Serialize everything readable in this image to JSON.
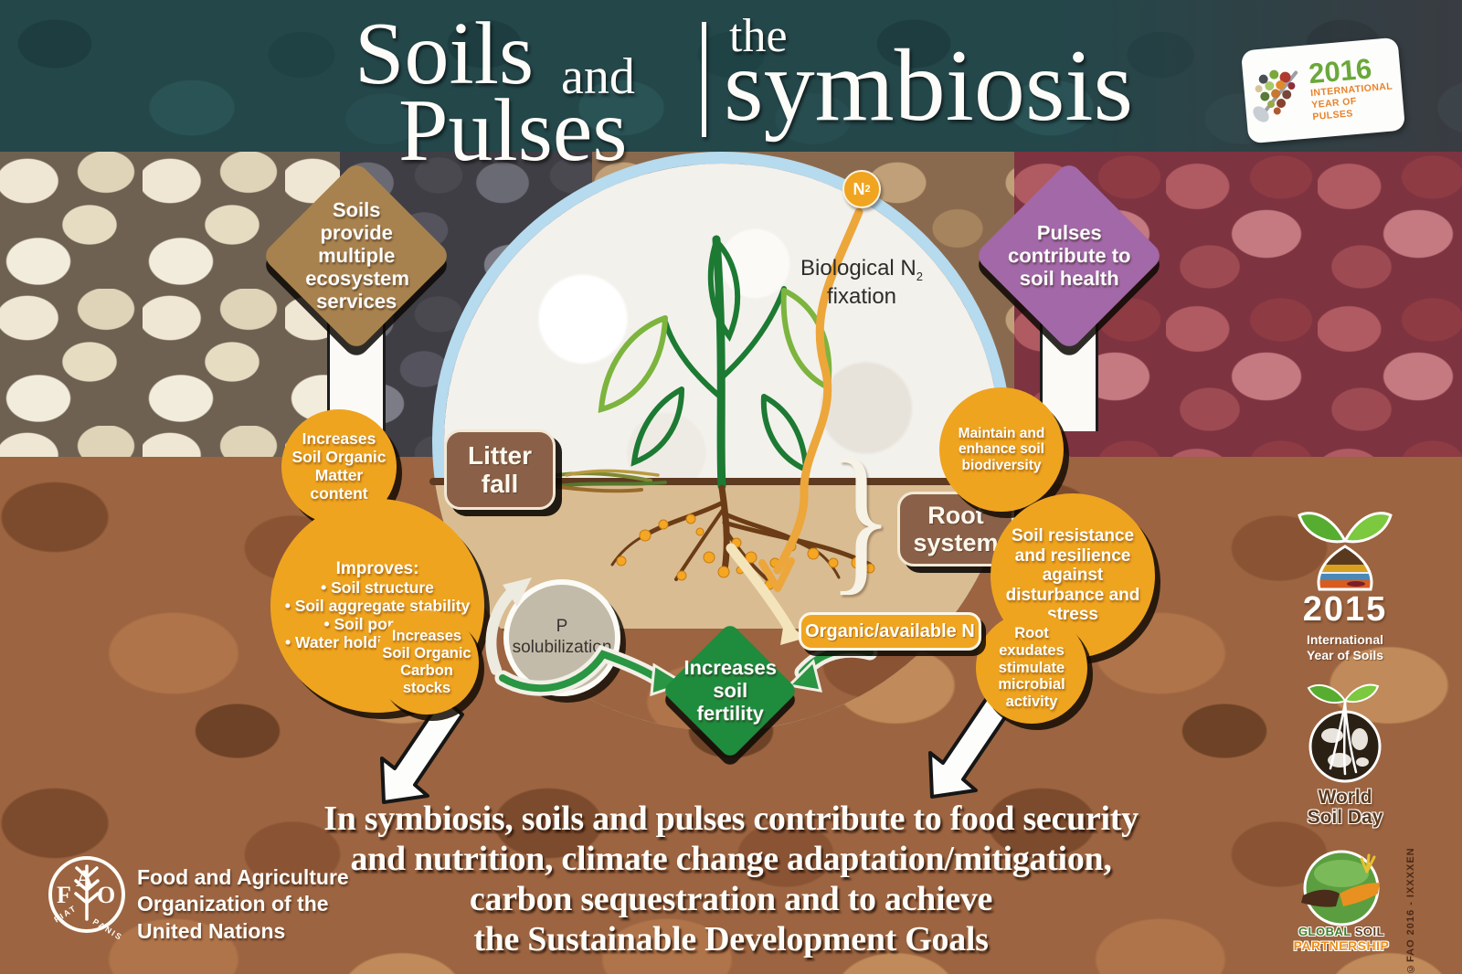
{
  "title": {
    "soils": "Soils",
    "and": "and",
    "pulses": "Pulses",
    "the": "the",
    "symbiosis": "symbiosis"
  },
  "header_badge": {
    "year": "2016",
    "line1": "INTERNATIONAL",
    "line2": "YEAR OF PULSES"
  },
  "flow": {
    "left_diamond": "Soils provide multiple ecosystem services",
    "right_diamond": "Pulses contribute to soil health",
    "n_symbol": "N",
    "n_sub": "2",
    "fixation_line1": "Biological N",
    "fixation_sub": "2",
    "fixation_line2": "fixation",
    "litter_fall": "Litter fall",
    "root_system": "Root system",
    "brace": "}",
    "p_circle": "P solubilization",
    "organic_n": "Organic/available N",
    "fertility_diamond": "Increases soil fertility"
  },
  "left_bubbles": {
    "som": "Increases Soil Organic Matter content",
    "improves_title": "Improves:",
    "improves_items": [
      "• Soil structure",
      "• Soil aggregate stability",
      "• Soil porosity",
      "• Water holding capacity"
    ],
    "soc": "Increases Soil Organic Carbon stocks"
  },
  "right_bubbles": {
    "biodiversity": "Maintain and enhance soil biodiversity",
    "resistance": "Soil resistance and resilience against disturbance and stress",
    "exudates": "Root exudates stimulate microbial activity"
  },
  "footer": {
    "line1": "In symbiosis, soils and pulses contribute to food security",
    "line2": "and nutrition, climate change adaptation/mitigation,",
    "line3": "carbon sequestration and to achieve",
    "line4": "the Sustainable Development Goals"
  },
  "fao": {
    "f": "F",
    "a": "A",
    "o": "O",
    "motto_left": "FIAT",
    "motto_right": "PANIS",
    "line1": "Food and Agriculture",
    "line2": "Organization of the",
    "line3": "United Nations"
  },
  "side_logos": {
    "iys": {
      "year": "2015",
      "sub1": "International",
      "sub2": "Year of Soils"
    },
    "wsd": {
      "line1": "World",
      "line2": "Soil Day"
    },
    "gsp": {
      "word1": "GLOBAL",
      "word2": "SOIL",
      "word3": "PARTNERSHIP"
    }
  },
  "copyright": "©FAO 2016 - IXXXXEN",
  "colors": {
    "orange_bubble": "#EFA41F",
    "brown_diamond": "#A8824E",
    "purple_diamond": "#A268A8",
    "green_diamond": "#1F8B3D",
    "brown_box": "#8A6148",
    "teal_band": "#24474A",
    "sky_ring": "#B6DAEE",
    "soil_tan": "#D9BC92"
  }
}
